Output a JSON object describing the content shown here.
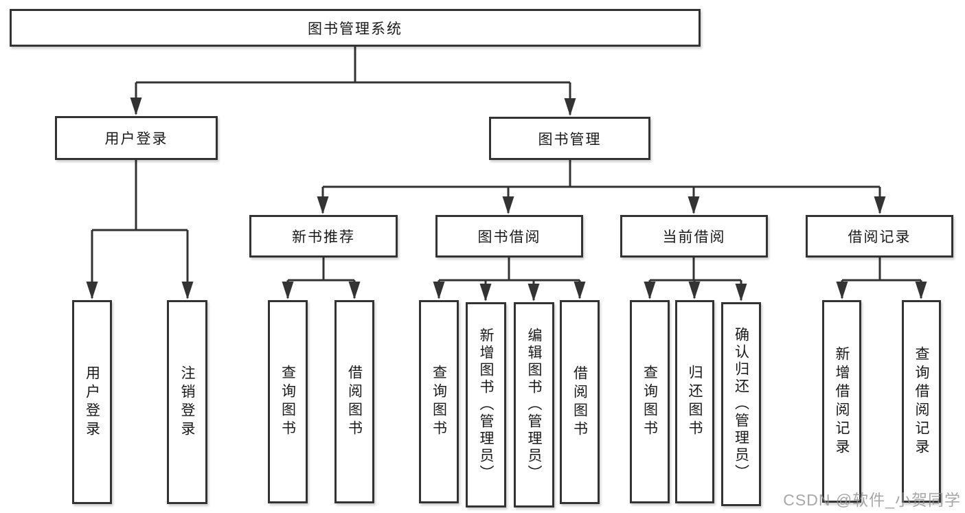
{
  "diagram": {
    "title": "图书管理系统",
    "level2": {
      "user_login": "用户登录",
      "book_mgmt": "图书管理"
    },
    "level3": {
      "new_book": "新书推荐",
      "book_borrow": "图书借阅",
      "current_borrow": "当前借阅",
      "borrow_record": "借阅记录"
    },
    "leaves": {
      "user_login_1": "用户登录",
      "user_login_2": "注销登录",
      "new_book_1": "查询图书",
      "new_book_2": "借阅图书",
      "book_borrow_1": "查询图书",
      "book_borrow_2": "新增图书（管理员）",
      "book_borrow_3": "编辑图书（管理员）",
      "book_borrow_4": "借阅图书",
      "current_borrow_1": "查询图书",
      "current_borrow_2": "归还图书",
      "current_borrow_3": "确认归还（管理员）",
      "borrow_record_1": "新增借阅记录",
      "borrow_record_2": "查询借阅记录"
    }
  },
  "watermark": "CSDN @软件_小贺同学",
  "colors": {
    "line": "#333333",
    "text": "#1a1a1a",
    "background": "#ffffff",
    "watermark": "#919191"
  }
}
